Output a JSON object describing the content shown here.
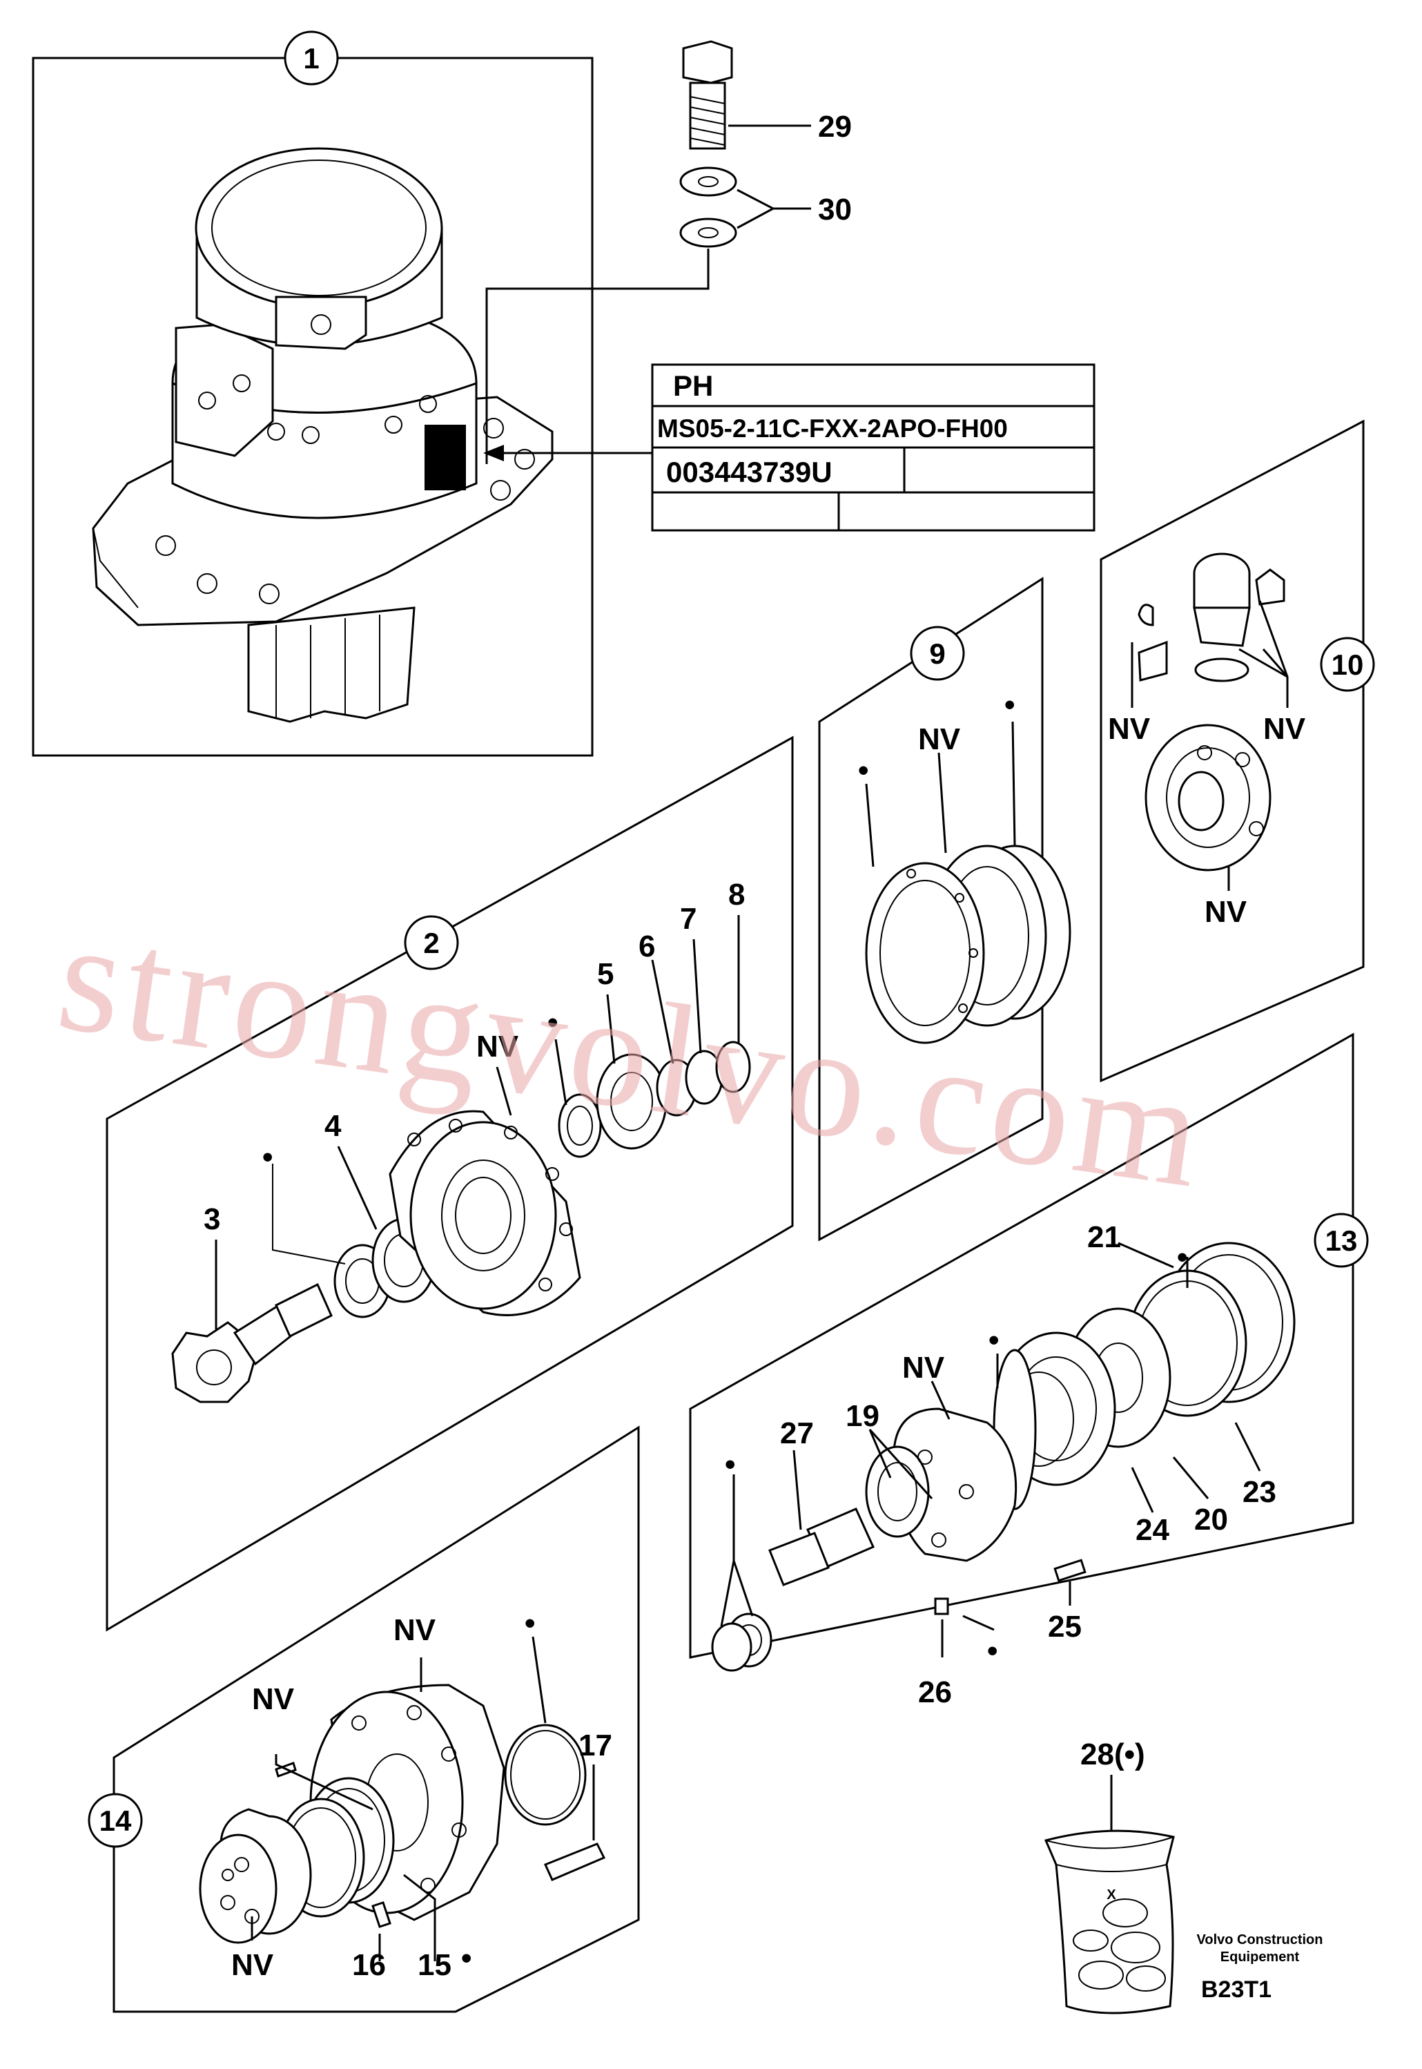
{
  "groups": {
    "g1": "1",
    "g2": "2",
    "g9": "9",
    "g10": "10",
    "g13": "13",
    "g14": "14"
  },
  "parts": {
    "p3": "3",
    "p4": "4",
    "p5": "5",
    "p6": "6",
    "p7": "7",
    "p8": "8",
    "p15": "15",
    "p16": "16",
    "p17": "17",
    "p19": "19",
    "p20": "20",
    "p21": "21",
    "p23": "23",
    "p24": "24",
    "p25": "25",
    "p26": "26",
    "p27": "27",
    "p28": "28(•)",
    "p29": "29",
    "p30": "30"
  },
  "nv": "NV",
  "bullet": "•",
  "nameplate": {
    "code": "PH",
    "model": "MS05-2-11C-FXX-2APO-FH00",
    "serial": "003443739U"
  },
  "footer": {
    "brand_line1": "Volvo Construction",
    "brand_line2": "Equipement",
    "figure_code": "B23T1"
  },
  "watermark": "strongvolvo.com",
  "kit_mark": "X"
}
